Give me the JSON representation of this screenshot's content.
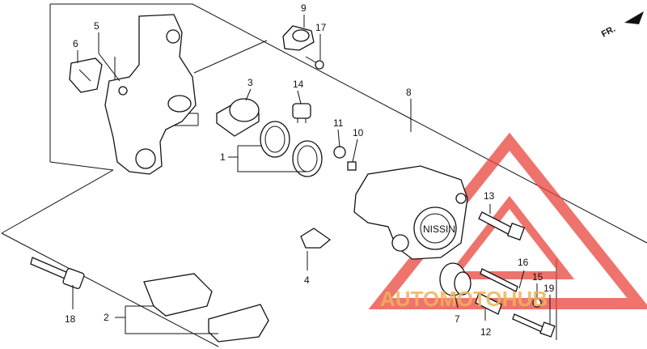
{
  "direction_label": "FR.",
  "watermark_text": "AUTOMOTOHUB",
  "watermark_color": "#e8453c",
  "callouts": [
    {
      "id": "c1",
      "label": "1"
    },
    {
      "id": "c2",
      "label": "2"
    },
    {
      "id": "c3",
      "label": "3"
    },
    {
      "id": "c4",
      "label": "4"
    },
    {
      "id": "c5",
      "label": "5"
    },
    {
      "id": "c6",
      "label": "6"
    },
    {
      "id": "c7",
      "label": "7"
    },
    {
      "id": "c8",
      "label": "8"
    },
    {
      "id": "c9",
      "label": "9"
    },
    {
      "id": "c10",
      "label": "10"
    },
    {
      "id": "c11",
      "label": "11"
    },
    {
      "id": "c12",
      "label": "12"
    },
    {
      "id": "c13",
      "label": "13"
    },
    {
      "id": "c14",
      "label": "14"
    },
    {
      "id": "c15",
      "label": "15"
    },
    {
      "id": "c16",
      "label": "16"
    },
    {
      "id": "c17",
      "label": "17"
    },
    {
      "id": "c18",
      "label": "18"
    },
    {
      "id": "c19",
      "label": "19"
    }
  ],
  "caliper_brand": "NISSIN"
}
